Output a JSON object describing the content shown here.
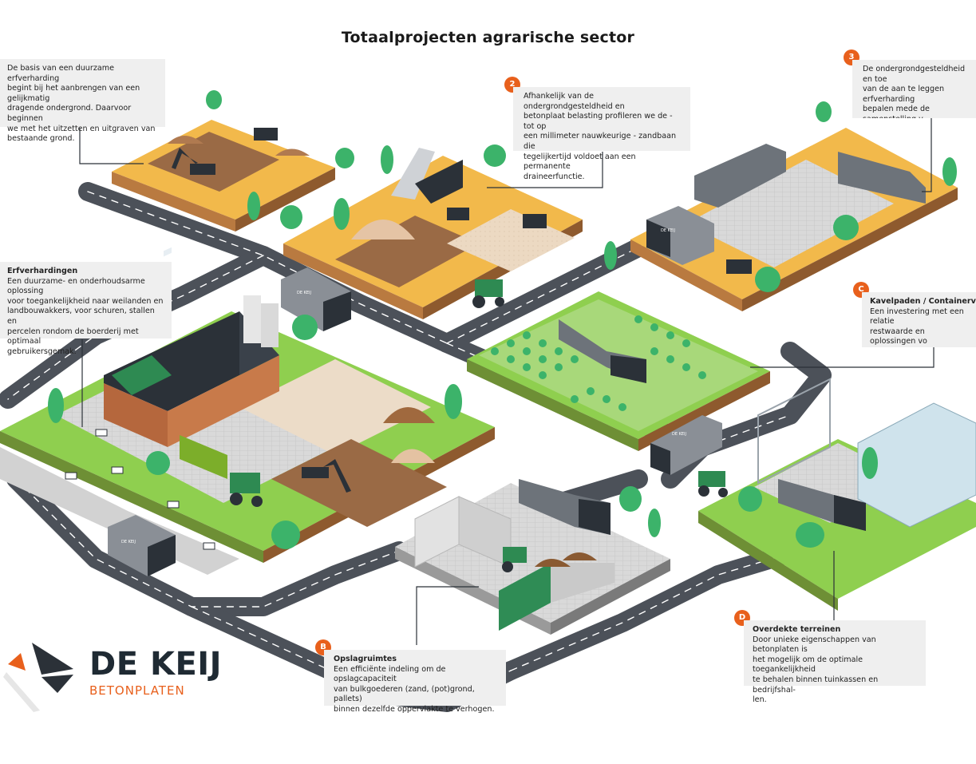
{
  "title": "Totaalprojecten agrarische sector",
  "colors": {
    "accent": "#e8601c",
    "ground_yellow": "#f2b94b",
    "grass": "#8fcf4f",
    "road": "#4a4f57",
    "dark": "#2b3138"
  },
  "callouts": {
    "c1": {
      "badge": "",
      "heading": "",
      "body": "De basis van een duurzame erfverharding\nbegint bij het aanbrengen van een gelijkmatig\ndragende ondergrond. Daarvoor beginnen\nwe met het uitzetten en uitgraven van\nbestaande grond."
    },
    "c2": {
      "badge": "2",
      "heading": "",
      "body": "Afhankelijk van de ondergrondgesteldheid en\nbetonplaat belasting profileren we de - tot op\neen millimeter nauwkeurige - zandbaan die\ntegelijkertijd voldoet aan een permanente\ndraineerfunctie."
    },
    "c3": {
      "badge": "3",
      "heading": "",
      "body": "De ondergrondgesteldheid en toe\nvan de aan te leggen erfverharding\nbepalen mede de samenstelling v\nbetonplaat zoals afmeting, dikte,\nen hijsvoorziening."
    },
    "cA": {
      "badge": "",
      "heading": "Erfverhardingen",
      "body": "Een duurzame- en onderhoudsarme oplossing\nvoor toegankelijkheid naar weilanden en\nlandbouwakkers, voor schuren, stallen en\npercelen rondom de boerderij met optimaal\ngebruikersgemak."
    },
    "cB": {
      "badge": "B",
      "heading": "Opslagruimtes",
      "body": "Een efficiënte indeling om de opslagcapaciteit\nvan bulkgoederen (zand, (pot)grond, pallets)\nbinnen dezelfde oppervlakte te verhogen."
    },
    "cC": {
      "badge": "C",
      "heading": "Kavelpaden / Containervelde",
      "body": "Een investering met een relatie\nrestwaarde en oplossingen vo\nbehoud van een 'groene' omge"
    },
    "cD": {
      "badge": "D",
      "heading": "Overdekte terreinen",
      "body": "Door unieke eigenschappen van betonplaten is\nhet mogelijk om de optimale toegankelijkheid\nte behalen binnen tuinkassen en bedrijfshal-\nlen."
    }
  },
  "brand": {
    "name": "DE KEIJ",
    "sub": "BETONPLATEN"
  },
  "truck_labels": {
    "text": "DE KEIJ"
  }
}
